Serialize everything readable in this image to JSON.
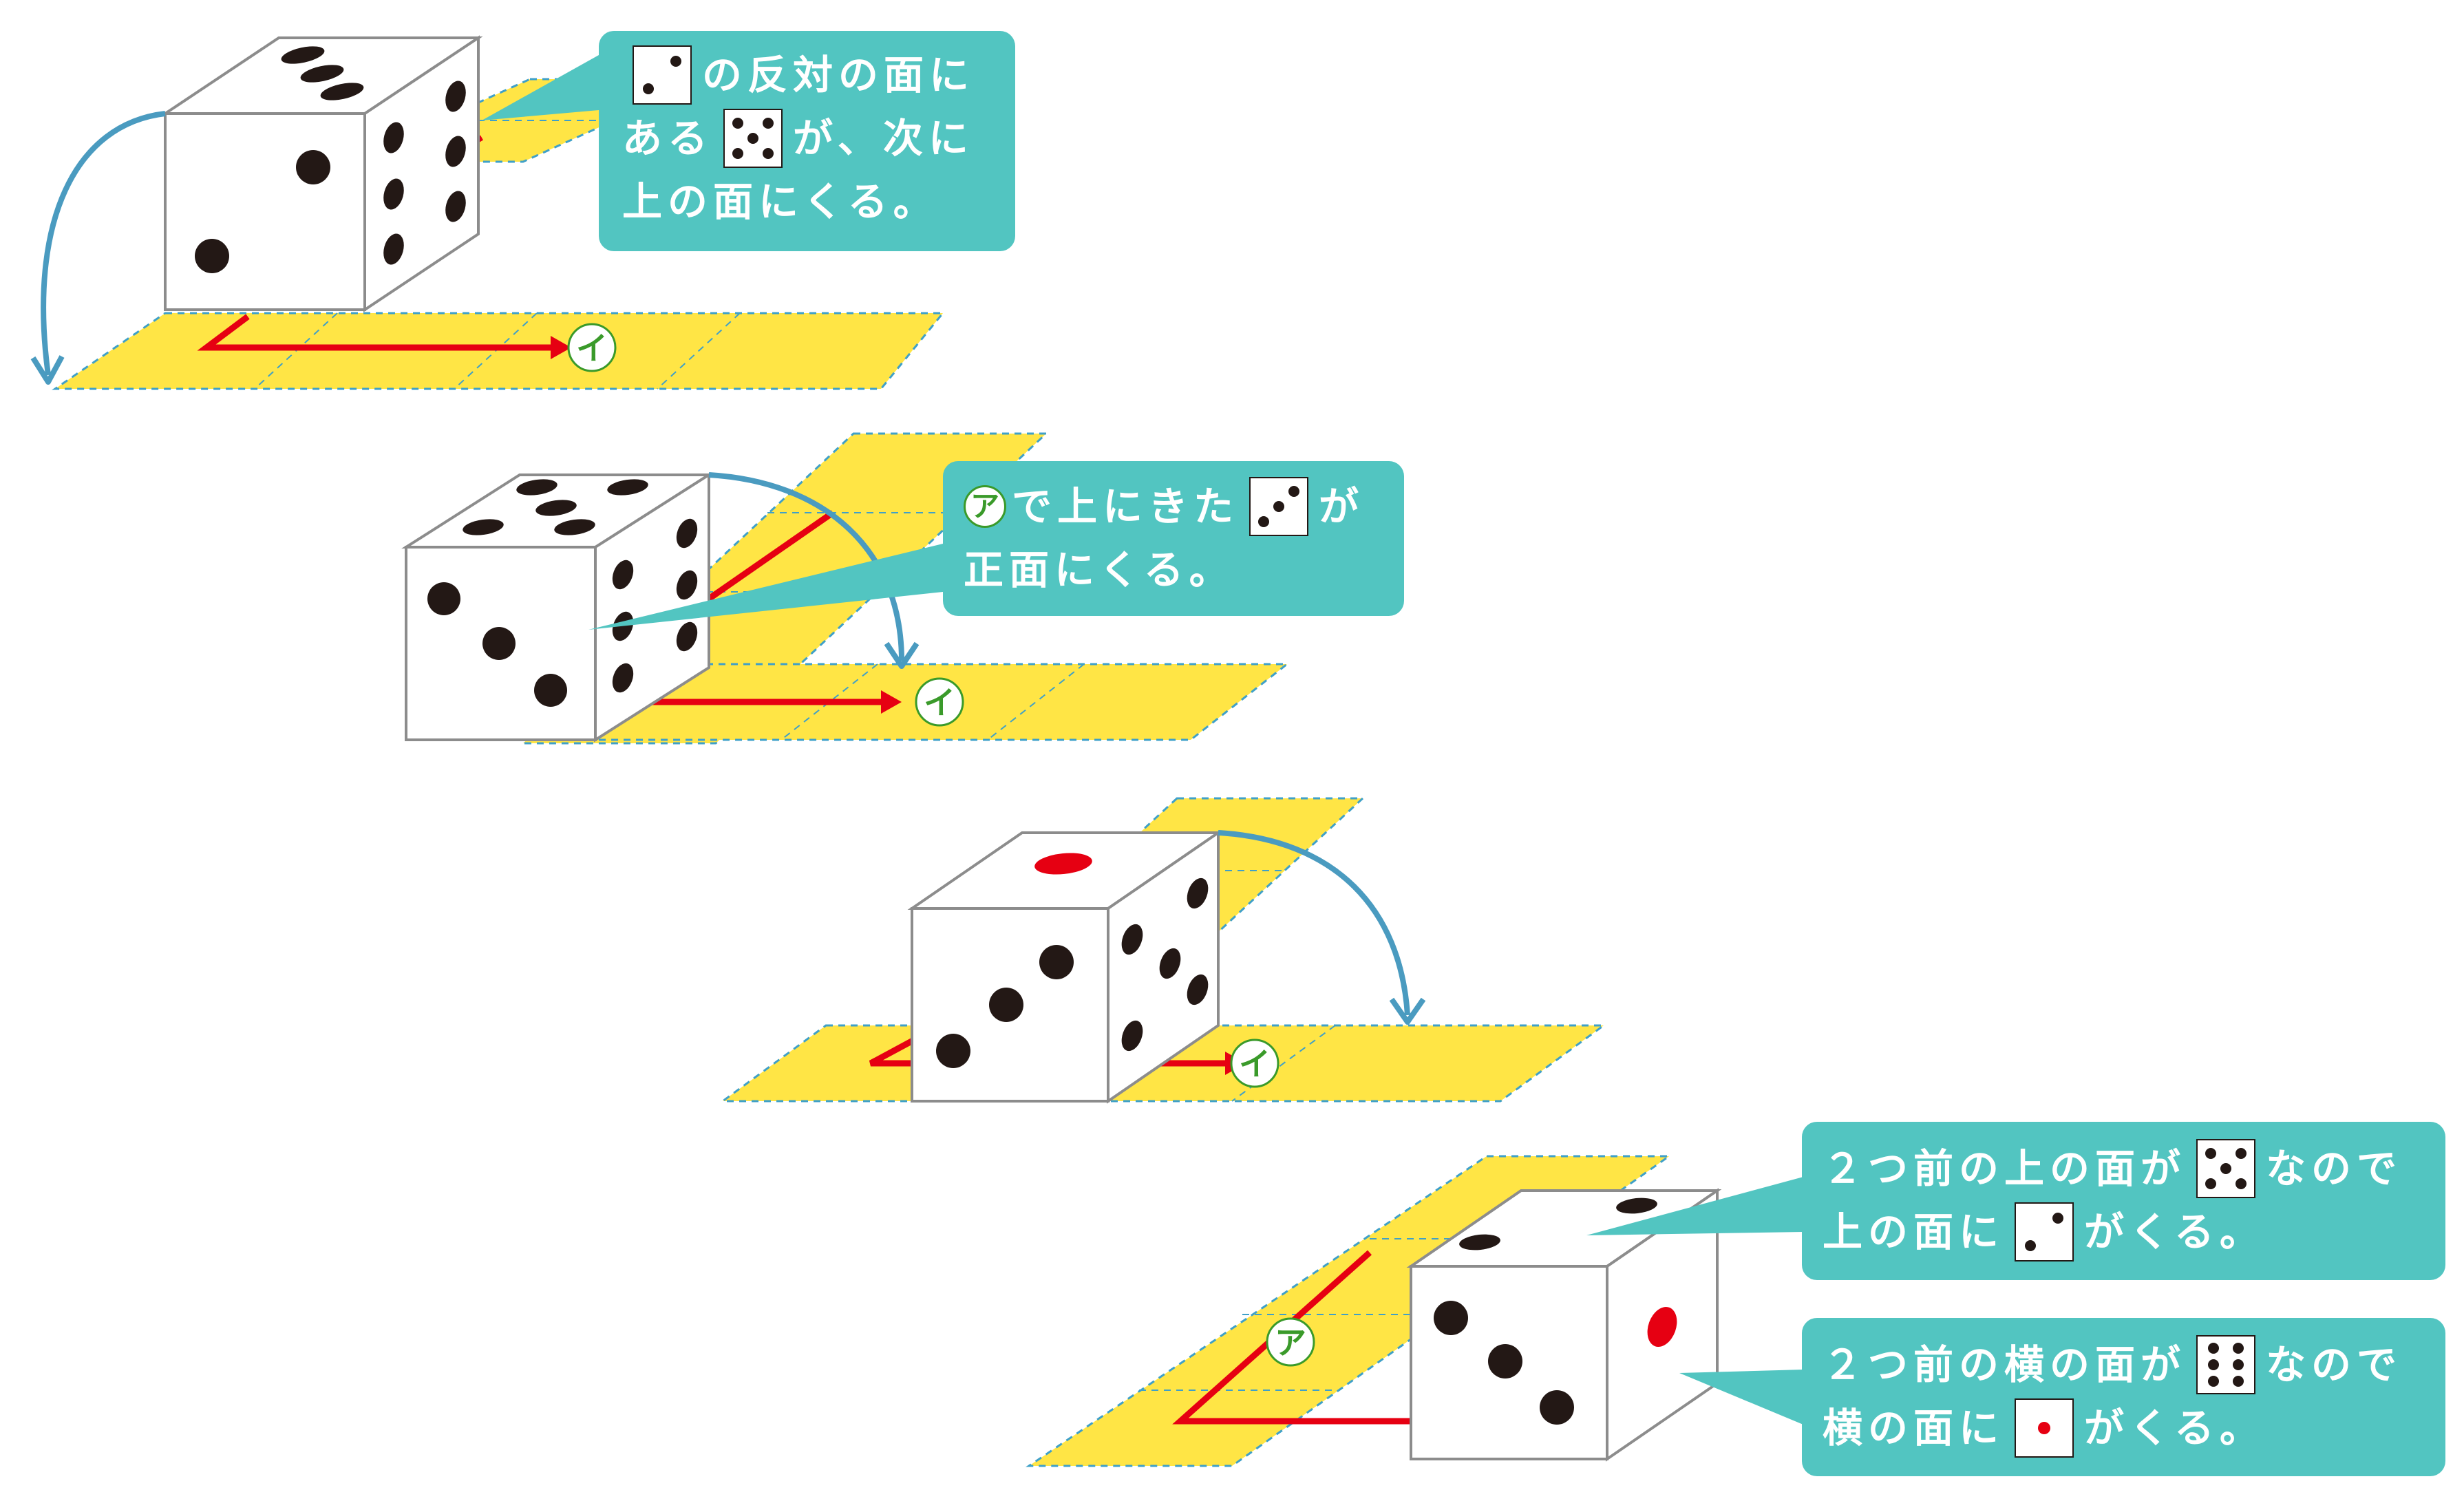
{
  "labels": {
    "a": "ア",
    "i": "イ"
  },
  "callouts": {
    "c1": {
      "line1_suffix": "の反対の面に",
      "line2_prefix": "ある",
      "line2_suffix": "が、次に",
      "line3": "上の面にくる。"
    },
    "c2": {
      "line1_mid": "で上にきた",
      "line1_suffix": "が",
      "line2": "正面にくる。"
    },
    "c3": {
      "line1_prefix": "２つ前の上の面が",
      "line1_suffix": "なので",
      "line2_prefix": "上の面に",
      "line2_suffix": "がくる。"
    },
    "c4": {
      "line1_prefix": "２つ前の横の面が",
      "line1_suffix": "なので",
      "line2_prefix": "横の面に",
      "line2_suffix": "がくる。"
    }
  },
  "colors": {
    "strip": "#FFE545",
    "strip_border": "#3FA0C8",
    "path": "#E60012",
    "arrow": "#4A9BC0",
    "callout": "#52C5C1",
    "pip": "#231815",
    "pip_red": "#E60012",
    "label": "#3A9A2A"
  }
}
